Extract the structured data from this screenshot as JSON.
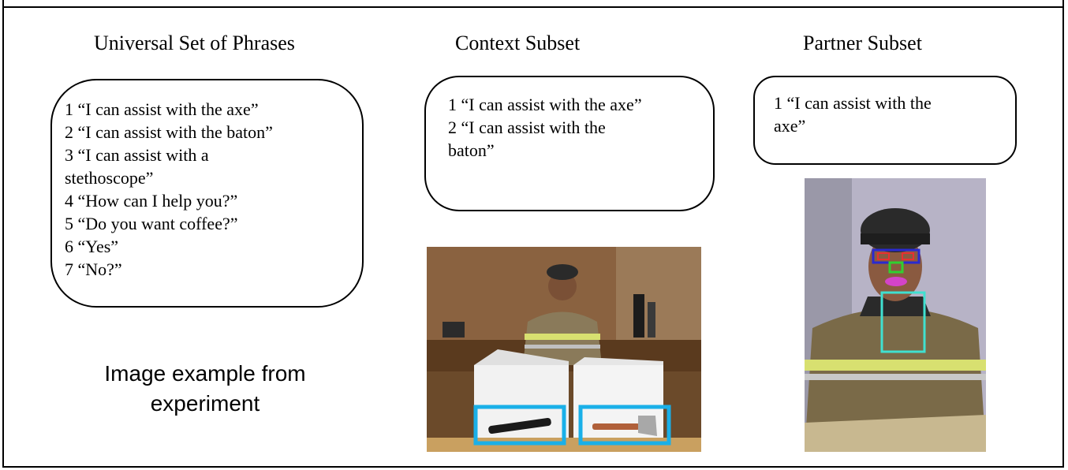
{
  "columns": {
    "universal": {
      "title": "Universal Set of Phrases",
      "phrases": [
        "1 “I can assist with the axe”",
        "2 “I can assist with the baton”",
        "3 “I can assist with a",
        "stethoscope”",
        "4 “How can I help you?”",
        "5 “Do you want coffee?”",
        "6 “Yes”",
        "7 “No?”"
      ]
    },
    "context": {
      "title": "Context Subset",
      "phrases": [
        "1 “I can assist with the axe”",
        "2 “I can assist with the",
        "baton”"
      ]
    },
    "partner": {
      "title": "Partner Subset",
      "phrases": [
        "1 “I can assist with the",
        "axe”"
      ]
    }
  },
  "caption": {
    "line1": "Image example from",
    "line2": "experiment"
  },
  "colors": {
    "tool_box_outline": "#1ab0e8",
    "eye_box": "#2a2ad0",
    "eye_marks": "#e83030",
    "nose_box": "#30d030",
    "mouth_box": "#e040e0",
    "torso_box": "#40e0d0"
  }
}
